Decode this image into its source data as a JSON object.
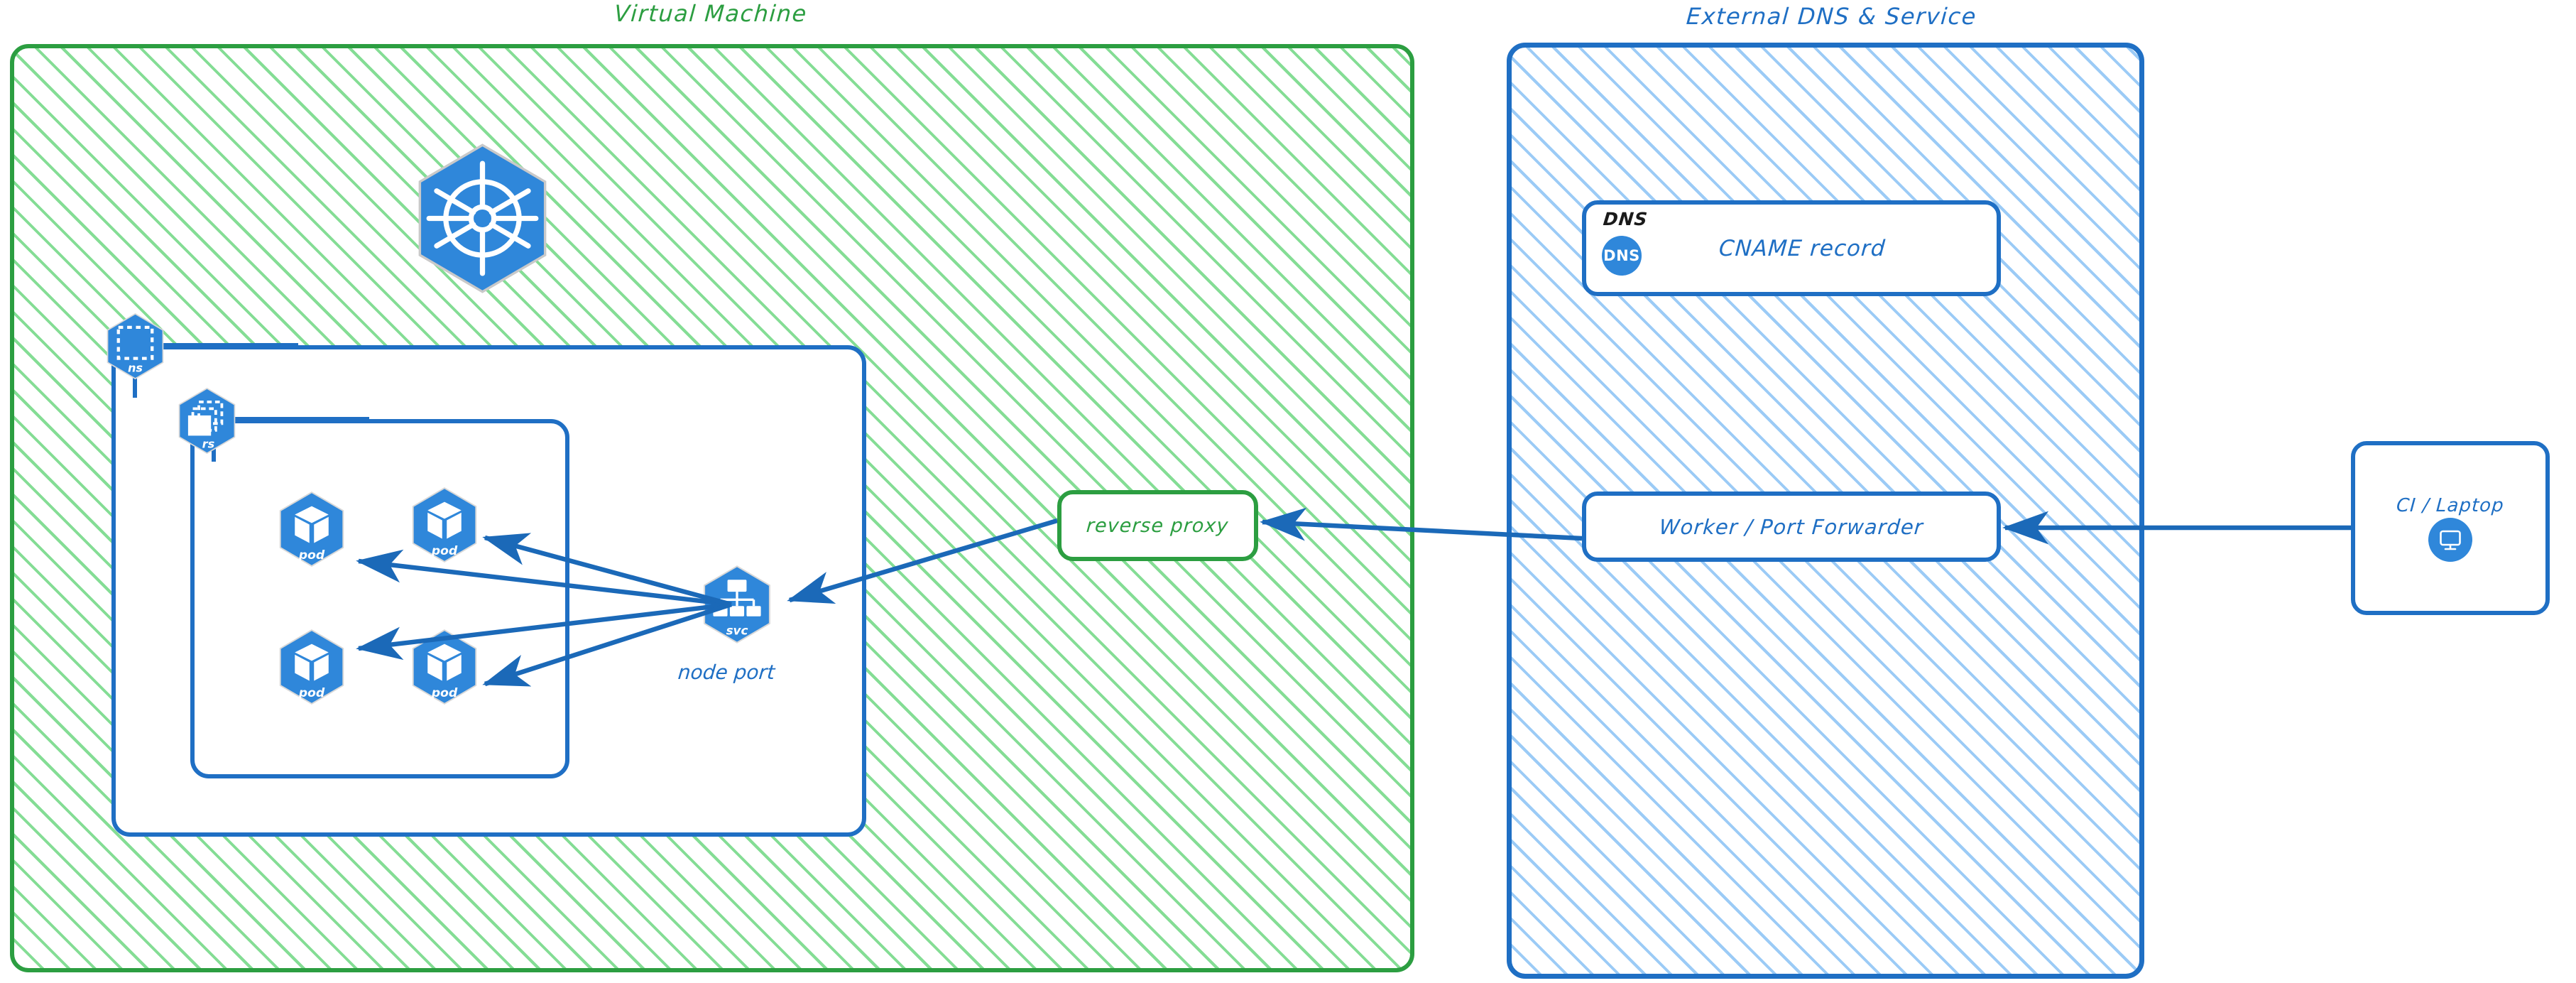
{
  "zones": {
    "vm": {
      "title": "Virtual Machine",
      "color": "#2c9e41"
    },
    "external": {
      "title": "External DNS & Service",
      "color": "#1f6fc4"
    }
  },
  "kubernetes": {
    "logo_name": "kubernetes-logo",
    "namespace": {
      "badge": "ns",
      "icon": "namespace-icon"
    },
    "replicaset": {
      "badge": "rs",
      "icon": "replicaset-icon"
    },
    "pods": [
      {
        "badge": "pod"
      },
      {
        "badge": "pod"
      },
      {
        "badge": "pod"
      },
      {
        "badge": "pod"
      }
    ],
    "service": {
      "badge": "svc",
      "caption": "node port"
    }
  },
  "nodes": {
    "reverse_proxy": {
      "label": "reverse proxy",
      "color": "#2c9e41"
    },
    "dns": {
      "tag": "DNS",
      "badge": "DNS",
      "label": "CNAME record",
      "color": "#1f6fc4"
    },
    "worker": {
      "label": "Worker / Port Forwarder",
      "color": "#1f6fc4"
    },
    "ci": {
      "label": "CI / Laptop",
      "icon": "monitor-icon",
      "color": "#1f6fc4"
    }
  },
  "colors": {
    "green_border": "#2c9e41",
    "green_hatch": "#7edb8f",
    "blue_border": "#1f6fc4",
    "blue_hatch": "#96c8f5",
    "k8s_blue": "#2f87da",
    "arrow": "#1b69b8"
  }
}
